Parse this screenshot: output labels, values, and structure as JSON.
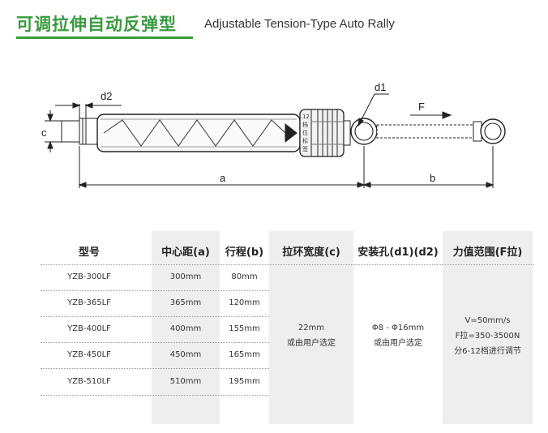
{
  "header": {
    "title_cn": "可调拉伸自动反弹型",
    "title_en": "Adjustable Tension-Type Auto Rally"
  },
  "drawing": {
    "labels": {
      "d2": "d2",
      "d1": "d1",
      "c": "c",
      "a": "a",
      "b": "b",
      "F": "F"
    },
    "collar_text": [
      "12",
      "档",
      "位",
      "标",
      "签"
    ]
  },
  "table": {
    "headers": [
      "型号",
      "中心距(a)",
      "行程(b)",
      "拉环宽度(c)",
      "安装孔(d1)(d2)",
      "力值范围(F拉)"
    ],
    "rows": [
      {
        "model": "YZB-300LF",
        "a": "300mm",
        "b": "80mm"
      },
      {
        "model": "YZB-365LF",
        "a": "365mm",
        "b": "120mm"
      },
      {
        "model": "YZB-400LF",
        "a": "400mm",
        "b": "155mm"
      },
      {
        "model": "YZB-450LF",
        "a": "450mm",
        "b": "165mm"
      },
      {
        "model": "YZB-510LF",
        "a": "510mm",
        "b": "195mm"
      }
    ],
    "ring_width": [
      "22mm",
      "或由用户选定"
    ],
    "hole": [
      "Φ8 - Φ16mm",
      "或由用户选定"
    ],
    "force": [
      "V=50mm/s",
      "F拉=350-3500N",
      "分6-12档进行调节"
    ]
  },
  "colors": {
    "accent": "#3a9a3e",
    "column_shade": "#eeeeee"
  }
}
